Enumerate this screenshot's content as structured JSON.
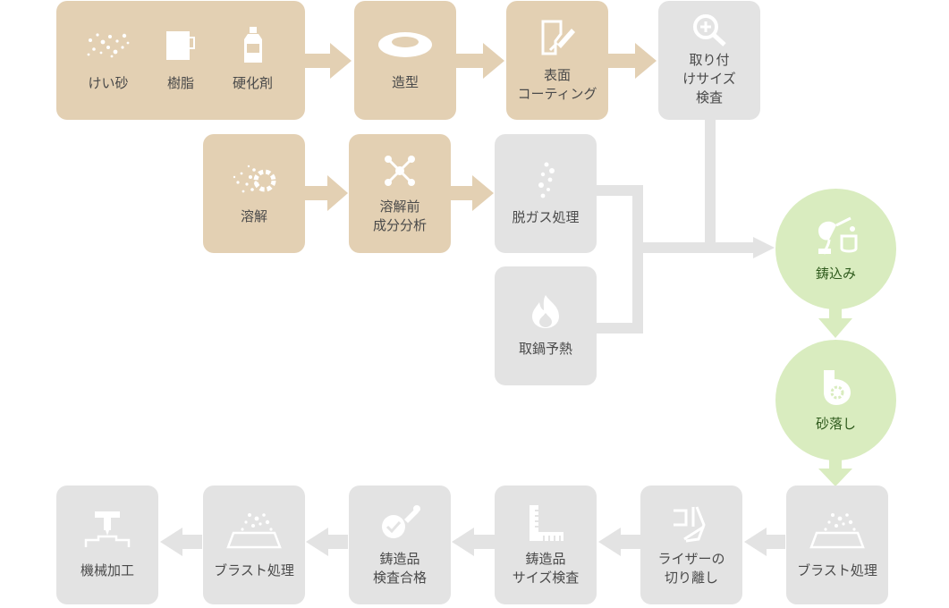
{
  "colors": {
    "material": "#e3d0b3",
    "process": "#e3e3e3",
    "highlight": "#d9ecbf",
    "arrow_tan": "#e3d0b3",
    "arrow_gray": "#e3e3e3",
    "arrow_green": "#d9ecbf",
    "icon": "#ffffff",
    "text": "#4a4a4a",
    "highlight_text": "#2e5a1c"
  },
  "nodes": {
    "keisha": {
      "label": "けい砂",
      "icon": "sand-grains-icon"
    },
    "jushi": {
      "label": "樹脂",
      "icon": "resin-container-icon"
    },
    "kokazai": {
      "label": "硬化剤",
      "icon": "bottle-icon"
    },
    "zokei": {
      "label": "造型",
      "icon": "ring-mold-icon"
    },
    "hyomen": {
      "label": "表面\nコーティング",
      "icon": "brush-coating-icon"
    },
    "toritsuke": {
      "label": "取り付\nけサイズ\n検査",
      "icon": "magnifier-plus-icon"
    },
    "yokai": {
      "label": "溶解",
      "icon": "dissolving-gear-icon"
    },
    "bunseki": {
      "label": "溶解前\n成分分析",
      "icon": "molecule-icon"
    },
    "dagasu": {
      "label": "脱ガス処理",
      "icon": "bubbles-icon"
    },
    "tori_nabe": {
      "label": "取鍋予熱",
      "icon": "flame-icon"
    },
    "ikomi": {
      "label": "鋳込み",
      "icon": "ladle-pour-icon"
    },
    "sunaotoshi": {
      "label": "砂落し",
      "icon": "shakeout-icon"
    },
    "blast1": {
      "label": "ブラスト処理",
      "icon": "blast-particles-icon"
    },
    "riser": {
      "label": "ライザーの\n切り離し",
      "icon": "riser-cut-icon"
    },
    "size_kensa": {
      "label": "鋳造品\nサイズ検査",
      "icon": "ruler-square-icon"
    },
    "gokaku": {
      "label": "鋳造品\n検査合格",
      "icon": "check-stamp-icon"
    },
    "blast2": {
      "label": "ブラスト処理",
      "icon": "blast-particles-icon"
    },
    "kikai": {
      "label": "機械加工",
      "icon": "machining-icon"
    }
  }
}
